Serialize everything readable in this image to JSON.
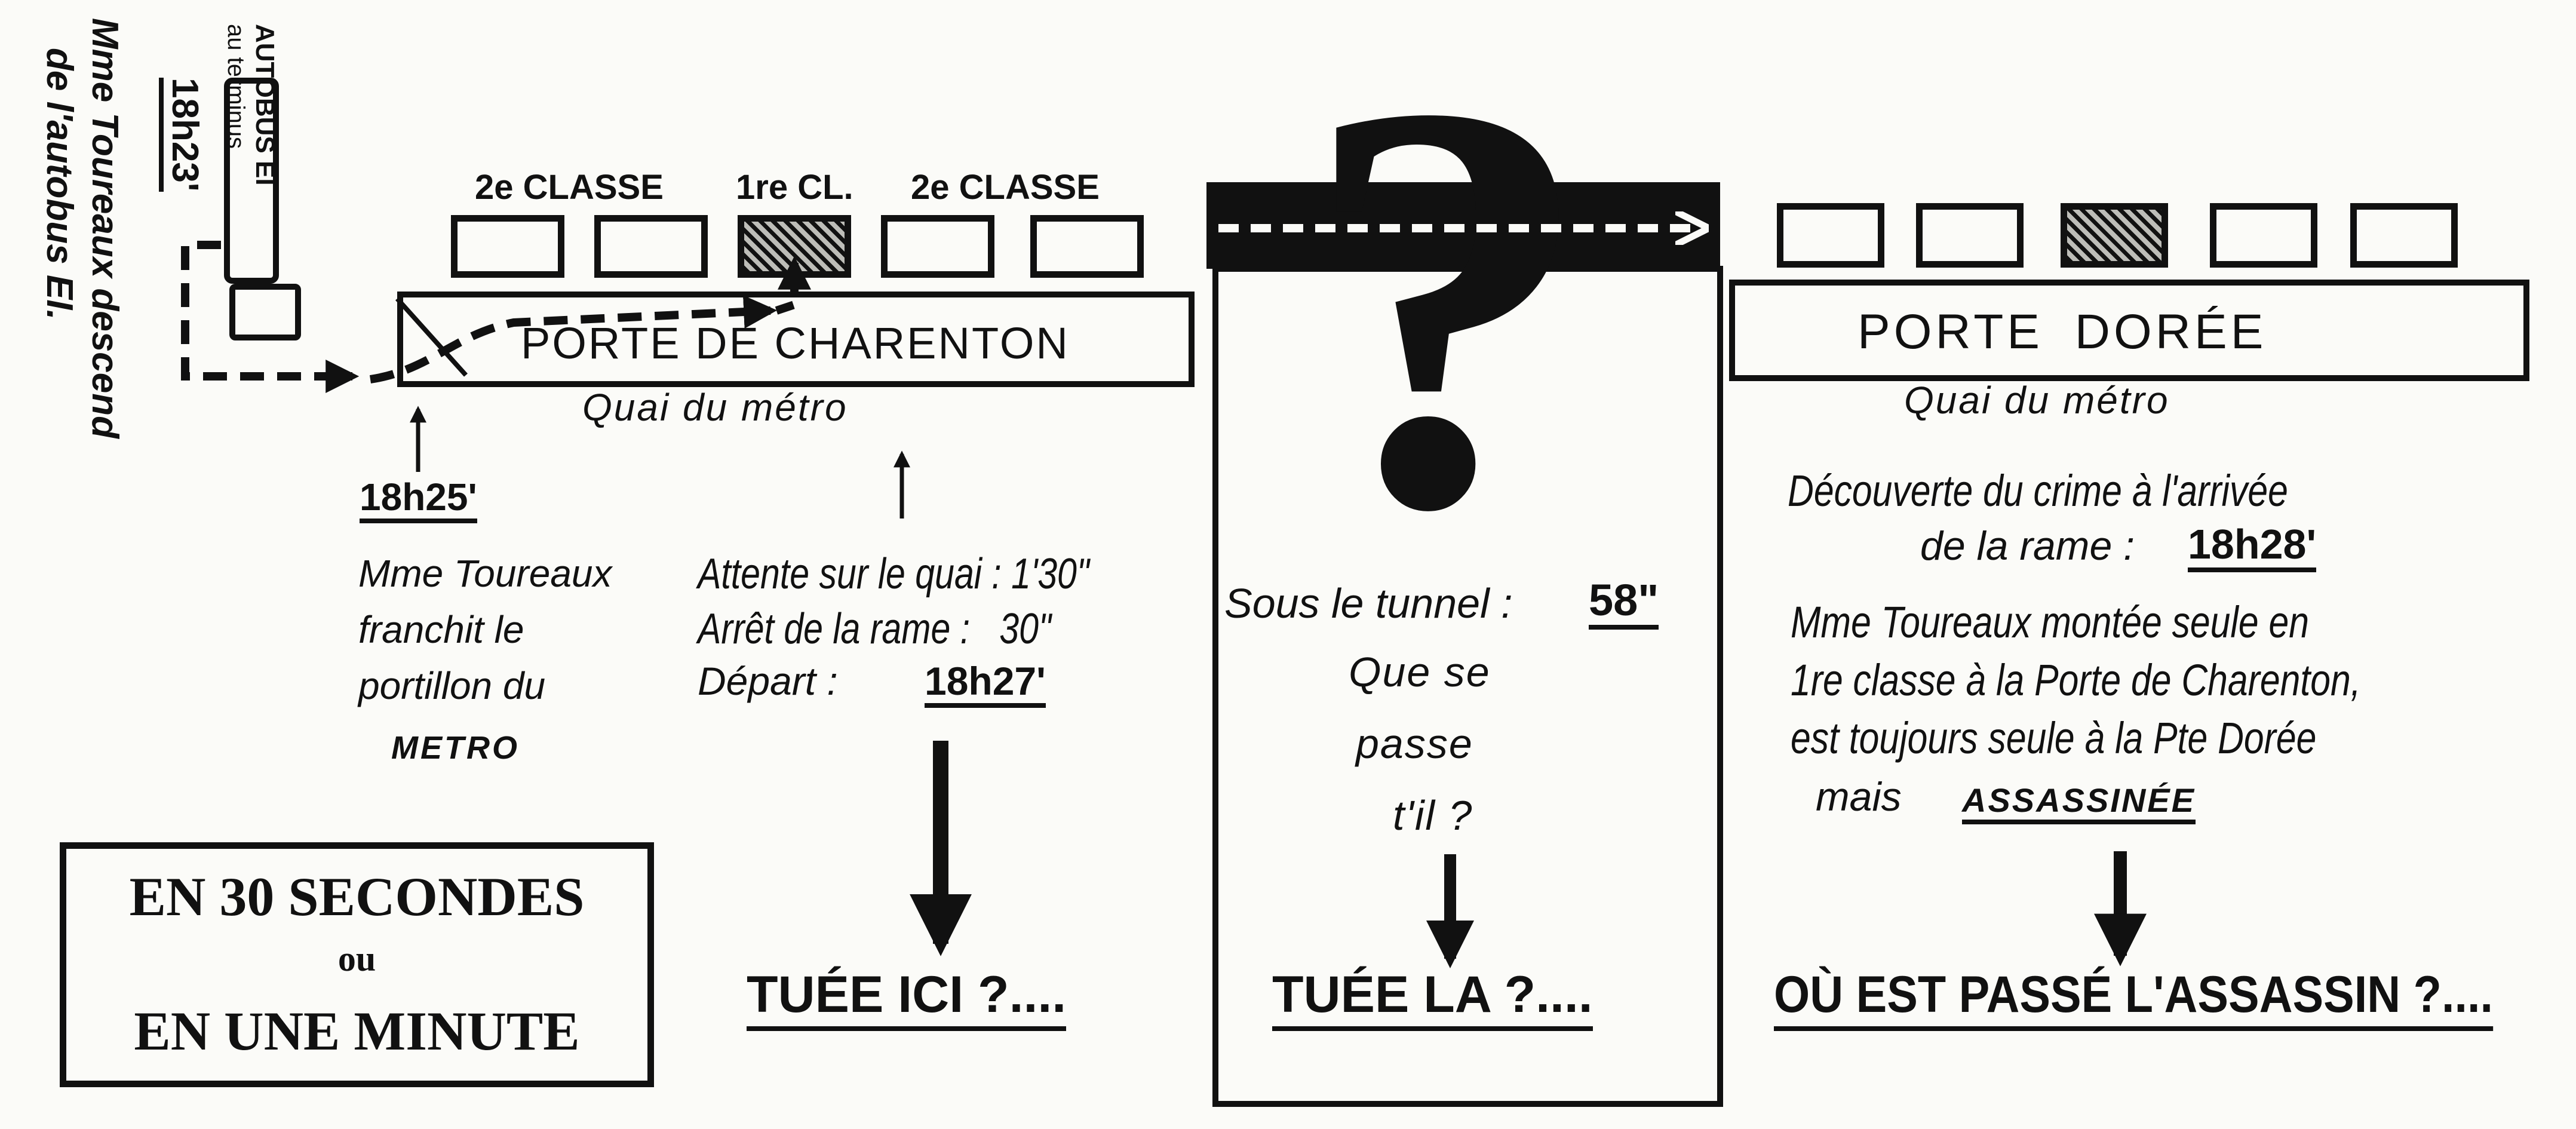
{
  "bus": {
    "sign_line1": "AUTOBUS EI",
    "sign_line2": "au terminus",
    "caption_line1": "Mme Toureaux descend",
    "caption_line2": "de l'autobus EI.",
    "time": "18h23'"
  },
  "charenton": {
    "car_labels": [
      "2e CLASSE",
      "1re CL.",
      "2e CLASSE"
    ],
    "station": "PORTE DE CHARENTON",
    "platform": "Quai du métro",
    "time_entry": "18h25'",
    "entry_note": [
      "Mme Toureaux",
      "franchit le",
      "portillon du",
      "METRO"
    ],
    "wait_lines": [
      "Attente sur le quai : 1'30\"",
      "Arrêt de la rame :   30\""
    ],
    "departure_label": "Départ :",
    "departure_time": "18h27'",
    "conclusion": "TUÉE ICI ?...."
  },
  "tunnel": {
    "symbol": "?",
    "duration_label": "Sous le tunnel :",
    "duration": "58\"",
    "question": [
      "Que se",
      "passe",
      "t'il ?"
    ],
    "conclusion": "TUÉE LA ?...."
  },
  "doree": {
    "station": "PORTE DORÉE",
    "platform": "Quai du métro",
    "discovery_line1": "Découverte du crime à l'arrivée",
    "discovery_line2": "de la rame :",
    "discovery_time": "18h28'",
    "note_lines": [
      "Mme Toureaux montée seule en",
      "1re classe à la Porte de Charenton,",
      "est toujours seule à la Pte Dorée"
    ],
    "note_prefix": "mais",
    "note_emphasis": "ASSASSINÉE",
    "conclusion": "OÙ EST PASSÉ L'ASSASSIN ?...."
  },
  "box": {
    "line1": "EN 30 SECONDES",
    "line2": "ou",
    "line3": "EN UNE MINUTE"
  },
  "colors": {
    "ink": "#111111",
    "paper": "#fbfbf8",
    "hatch": "#bdbdb8"
  }
}
